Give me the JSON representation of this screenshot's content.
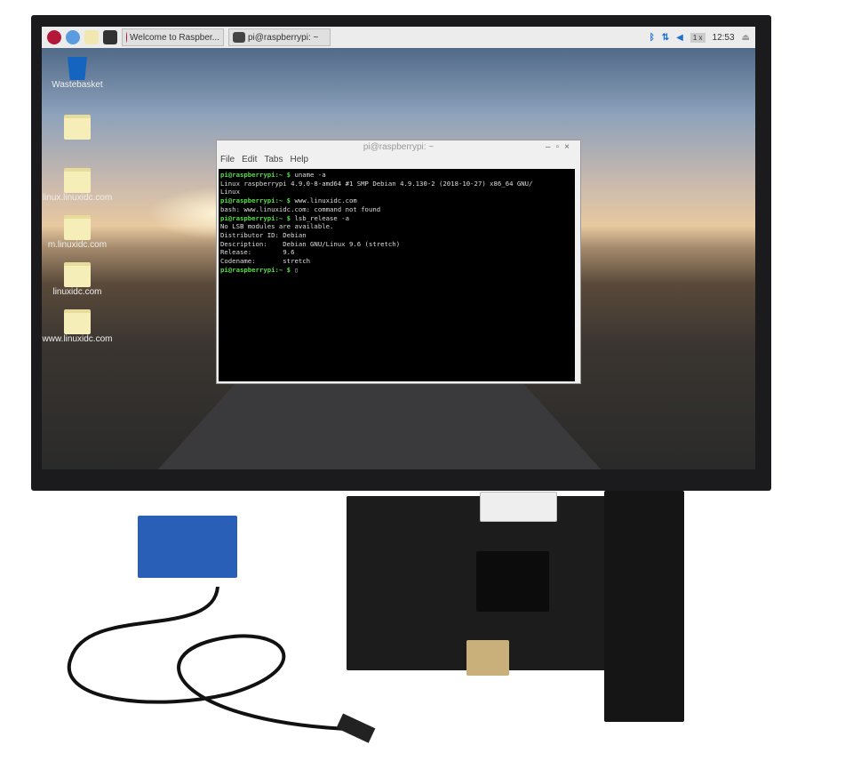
{
  "taskbar": {
    "tasks": [
      {
        "label": "Welcome to Raspber...",
        "icon": "raspberry-icon"
      },
      {
        "label": "pi@raspberrypi: ~",
        "icon": "terminal-icon"
      }
    ],
    "keyboard": "1 x",
    "clock": "12:53",
    "launchers": [
      "raspberry-menu-icon",
      "browser-icon",
      "file-manager-icon",
      "terminal-icon"
    ],
    "tray": [
      "bluetooth-icon",
      "network-icon",
      "volume-icon",
      "eject-icon"
    ]
  },
  "desktop": {
    "icons": [
      {
        "label": "Wastebasket",
        "type": "trash"
      },
      {
        "label": "",
        "type": "folder"
      },
      {
        "label": "linux.linuxidc.com",
        "type": "folder"
      },
      {
        "label": "m.linuxidc.com",
        "type": "folder"
      },
      {
        "label": "linuxidc.com",
        "type": "folder"
      },
      {
        "label": "www.linuxidc.com",
        "type": "folder"
      }
    ]
  },
  "terminal": {
    "title": "pi@raspberrypi: ~",
    "menu": [
      "File",
      "Edit",
      "Tabs",
      "Help"
    ],
    "lines": [
      {
        "prompt": "pi@raspberrypi:~ $ ",
        "text": "uname -a"
      },
      {
        "prompt": "",
        "text": "Linux raspberrypi 4.9.0-8-amd64 #1 SMP Debian 4.9.130-2 (2018-10-27) x86_64 GNU/"
      },
      {
        "prompt": "",
        "text": "Linux"
      },
      {
        "prompt": "pi@raspberrypi:~ $ ",
        "text": "www.linuxidc.com"
      },
      {
        "prompt": "",
        "text": "bash: www.linuxidc.com: command not found"
      },
      {
        "prompt": "pi@raspberrypi:~ $ ",
        "text": "lsb_release -a"
      },
      {
        "prompt": "",
        "text": "No LSB modules are available."
      },
      {
        "prompt": "",
        "text": "Distributor ID: Debian"
      },
      {
        "prompt": "",
        "text": "Description:    Debian GNU/Linux 9.6 (stretch)"
      },
      {
        "prompt": "",
        "text": "Release:        9.6"
      },
      {
        "prompt": "",
        "text": "Codename:       stretch"
      },
      {
        "prompt": "pi@raspberrypi:~ $ ",
        "text": "▯"
      }
    ]
  }
}
